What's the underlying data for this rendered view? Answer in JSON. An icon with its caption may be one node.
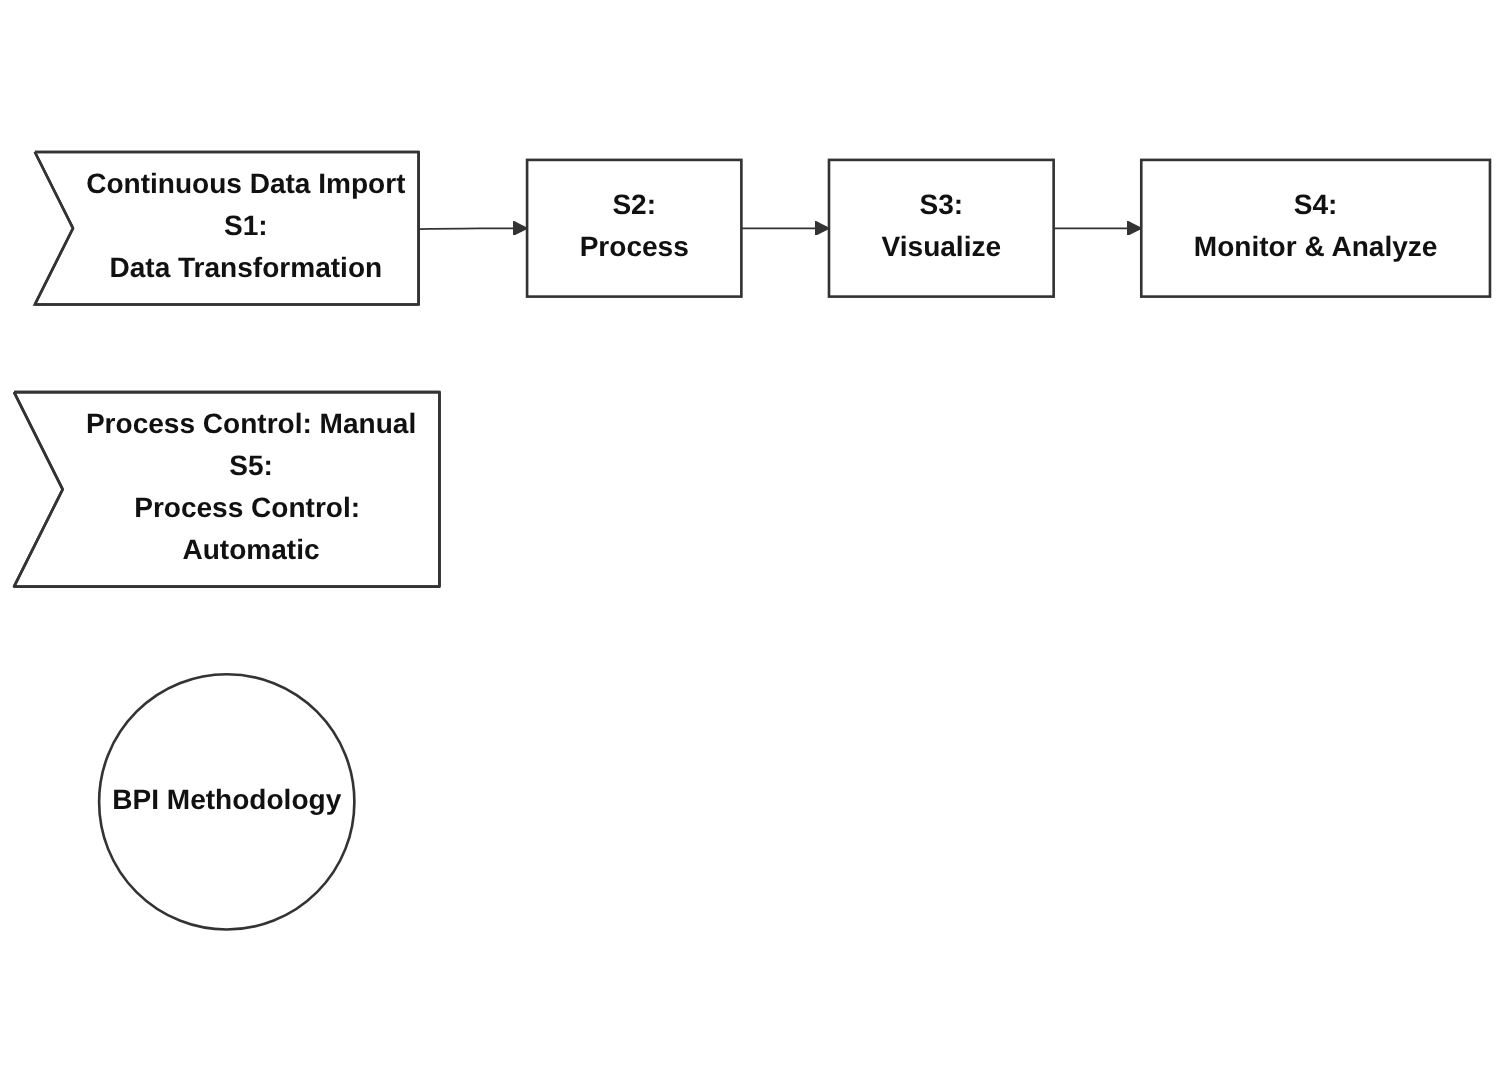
{
  "diagram": {
    "nodes": [
      {
        "text": [
          "Continuous Data Import",
          "S1:",
          "Data Transformation"
        ]
      },
      {
        "text": [
          "S2:",
          "Process"
        ]
      },
      {
        "text": [
          "S3:",
          "Visualize"
        ]
      },
      {
        "text": [
          "S4:",
          "Monitor & Analyze"
        ]
      },
      {
        "text": [
          "Process Control: Manual",
          "S5:",
          "Process Control: Automatic"
        ]
      },
      {
        "text": [
          "BPI Methodology"
        ]
      }
    ],
    "edges": [
      {
        "from": 0,
        "to": 1,
        "arrow": "to"
      },
      {
        "from": 1,
        "to": 2,
        "arrow": "to"
      },
      {
        "from": 2,
        "to": 3,
        "arrow": "to"
      }
    ]
  }
}
